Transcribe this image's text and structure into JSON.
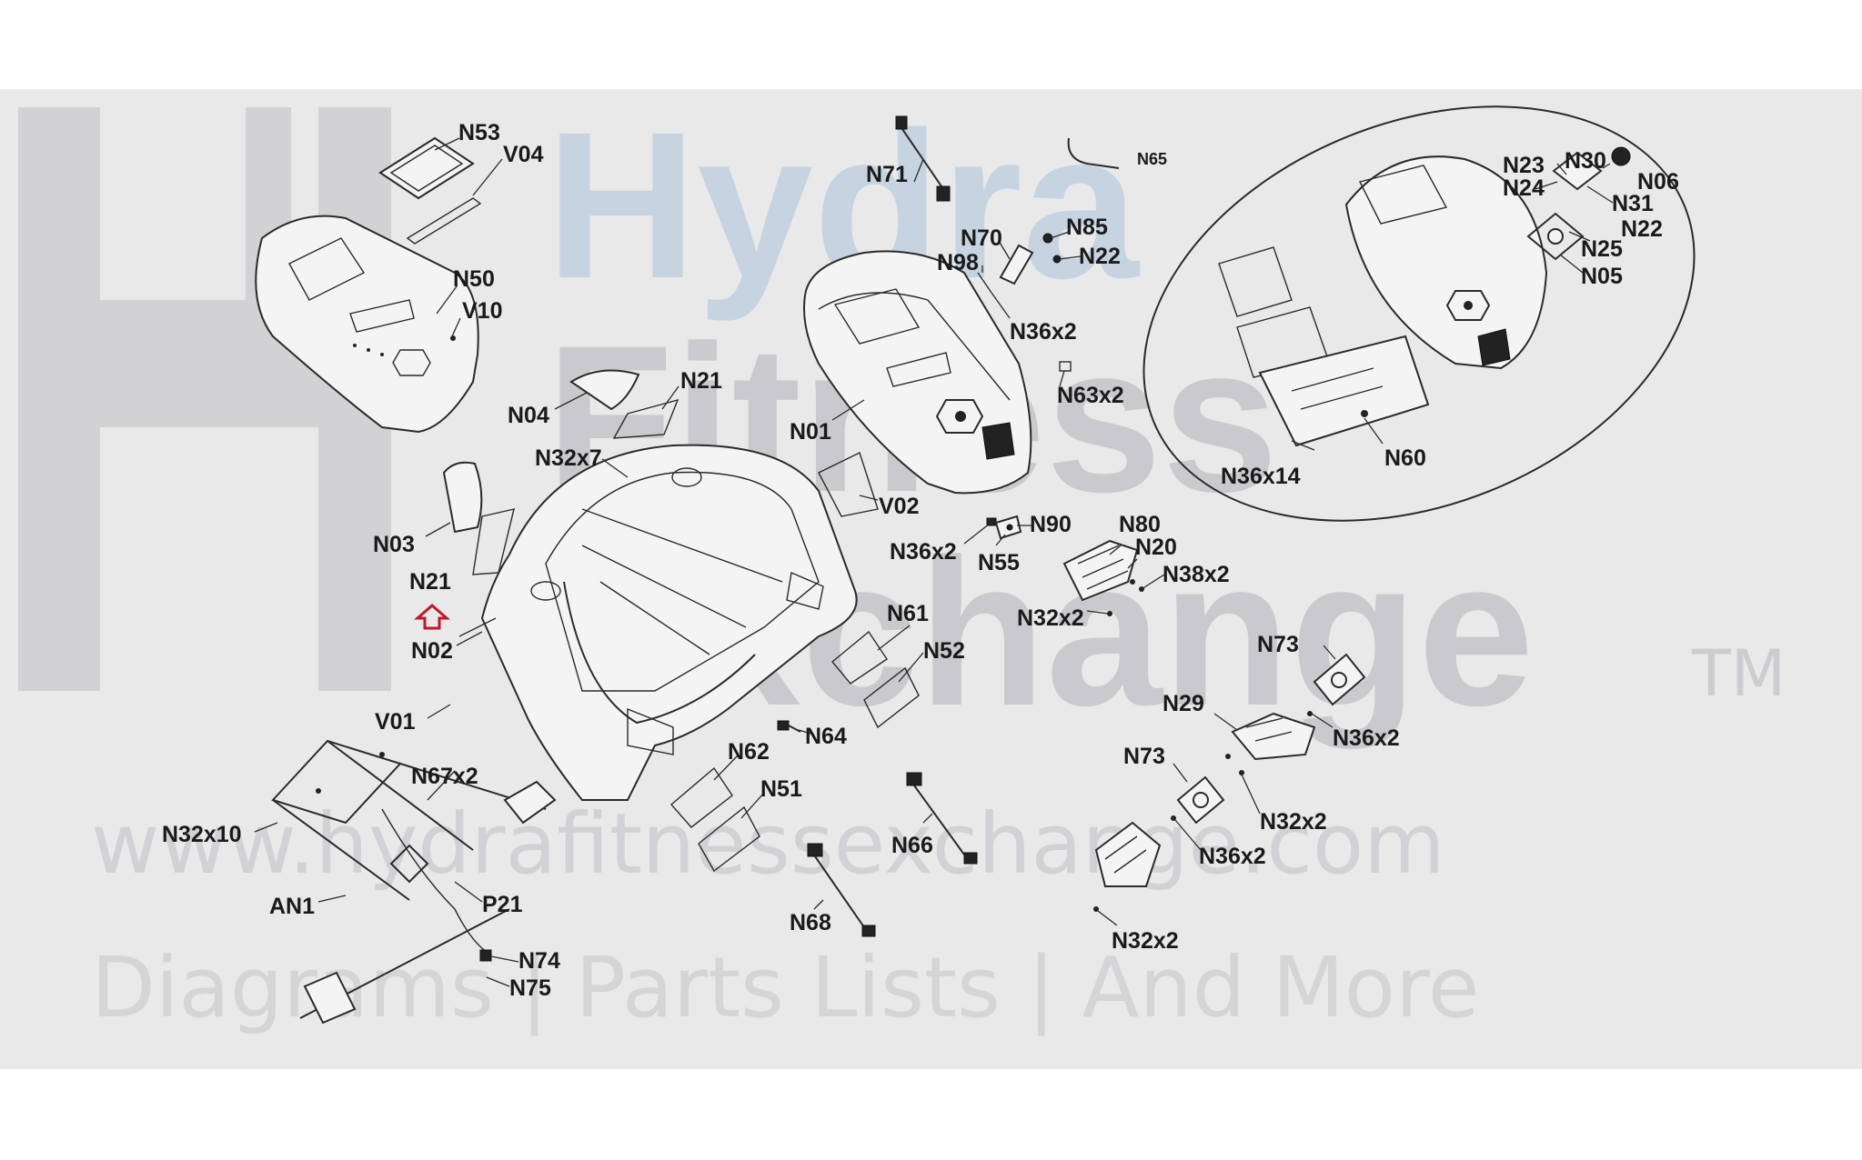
{
  "watermark": {
    "brand_line1": "Hydra",
    "brand_line2": "Fitness",
    "brand_line3": "Exchange",
    "trademark": "TM",
    "website": "www.hydrafitnessexchange.com",
    "tagline": "Diagrams | Parts Lists | And More"
  },
  "parts": {
    "N53": "N53",
    "V04": "V04",
    "N50": "N50",
    "V10": "V10",
    "N04": "N04",
    "N21a": "N21",
    "N32x7": "N32x7",
    "N03": "N03",
    "N21b": "N21",
    "N02": "N02",
    "V01": "V01",
    "N67x2": "N67x2",
    "N32x10": "N32x10",
    "AN1": "AN1",
    "P21": "P21",
    "N74": "N74",
    "N75": "N75",
    "N71": "N71",
    "N65": "N65",
    "N70": "N70",
    "N85": "N85",
    "N98": "N98",
    "N22a": "N22",
    "N36x2a": "N36x2",
    "N63x2": "N63x2",
    "N01": "N01",
    "V02": "V02",
    "N90": "N90",
    "N36x2b": "N36x2",
    "N55": "N55",
    "N80": "N80",
    "N20": "N20",
    "N38x2": "N38x2",
    "N32x2a": "N32x2",
    "N61": "N61",
    "N52": "N52",
    "N64": "N64",
    "N62": "N62",
    "N51": "N51",
    "N66": "N66",
    "N68": "N68",
    "N73a": "N73",
    "N29": "N29",
    "N36x2c": "N36x2",
    "N73b": "N73",
    "N32x2b": "N32x2",
    "N36x2d": "N36x2",
    "N32x2c": "N32x2",
    "N23": "N23",
    "N30": "N30",
    "N06": "N06",
    "N24": "N24",
    "N31": "N31",
    "N22b": "N22",
    "N25": "N25",
    "N05": "N05",
    "N36x14": "N36x14",
    "N60": "N60"
  },
  "colors": {
    "background": "#e9e9e9",
    "watermark_gray": "#c9c9ce",
    "watermark_blue": "#c4d3e3",
    "line": "#2a2a2a",
    "arrow_red": "#c0182b"
  },
  "icons": {
    "upload_arrow": "arrow-up-icon"
  }
}
